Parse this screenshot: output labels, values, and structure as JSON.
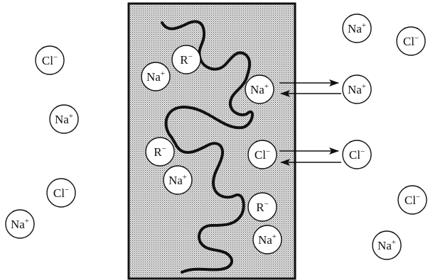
{
  "diagram": {
    "ions_outside": [
      {
        "label": "Cl",
        "charge": "−"
      },
      {
        "label": "Na",
        "charge": "+"
      },
      {
        "label": "Cl",
        "charge": "−"
      },
      {
        "label": "Na",
        "charge": "+"
      },
      {
        "label": "Na",
        "charge": "+"
      },
      {
        "label": "Cl",
        "charge": "−"
      },
      {
        "label": "Na",
        "charge": "+"
      },
      {
        "label": "Cl",
        "charge": "−"
      },
      {
        "label": "Na",
        "charge": "+"
      },
      {
        "label": "Cl",
        "charge": "−"
      }
    ],
    "ions_inside": [
      {
        "label": "R",
        "charge": "−"
      },
      {
        "label": "Na",
        "charge": "+"
      },
      {
        "label": "Na",
        "charge": "+"
      },
      {
        "label": "R",
        "charge": "−"
      },
      {
        "label": "Cl",
        "charge": "−"
      },
      {
        "label": "Na",
        "charge": "+"
      },
      {
        "label": "R",
        "charge": "−"
      },
      {
        "label": "Na",
        "charge": "+"
      }
    ],
    "colors": {
      "resin_fill": "#d6d6d6",
      "outline": "#111111",
      "ion_fill": "#ffffff"
    }
  }
}
